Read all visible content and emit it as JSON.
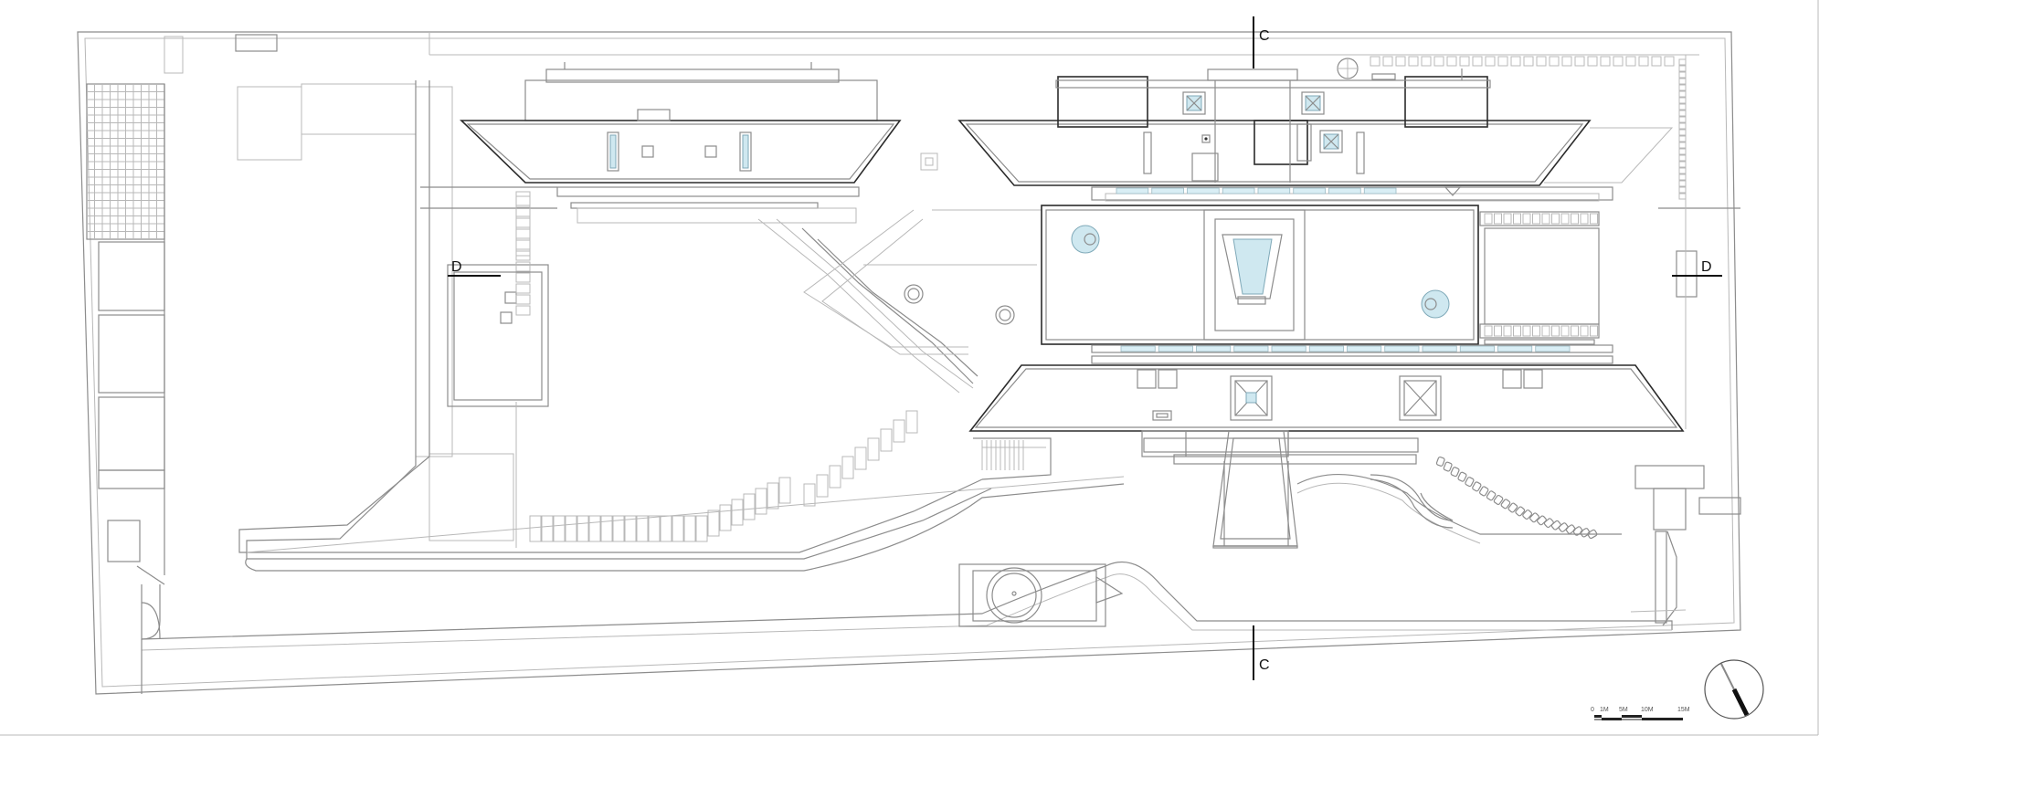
{
  "section_markers": {
    "c_top": "C",
    "c_bottom": "C",
    "d_left": "D",
    "d_right": "D"
  },
  "scale_bar": {
    "labels": [
      "0",
      "1M",
      "5M",
      "10M",
      "15M"
    ]
  },
  "colors": {
    "line": "#8c8c8c",
    "glass": "#cfe8f0",
    "marker": "#111111"
  },
  "icons": [
    "north-arrow-icon",
    "scale-bar-icon"
  ]
}
